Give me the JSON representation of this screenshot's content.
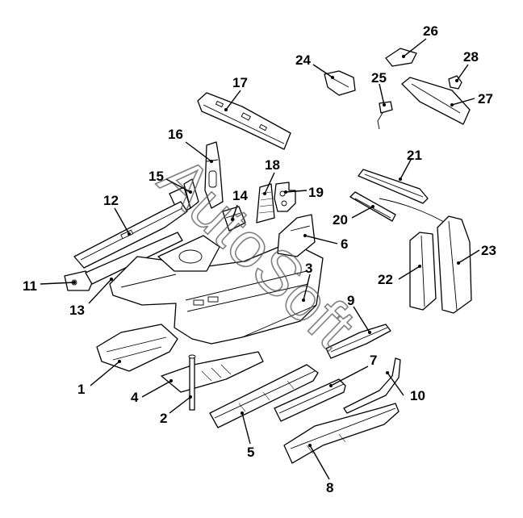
{
  "watermark": "AutoSoft",
  "labels": [
    {
      "id": "p1",
      "text": "1"
    },
    {
      "id": "p2",
      "text": "2"
    },
    {
      "id": "p3",
      "text": "3"
    },
    {
      "id": "p4",
      "text": "4"
    },
    {
      "id": "p5",
      "text": "5"
    },
    {
      "id": "p6",
      "text": "6"
    },
    {
      "id": "p7",
      "text": "7"
    },
    {
      "id": "p8",
      "text": "8"
    },
    {
      "id": "p9",
      "text": "9"
    },
    {
      "id": "p10",
      "text": "10"
    },
    {
      "id": "p11",
      "text": "11"
    },
    {
      "id": "p12",
      "text": "12"
    },
    {
      "id": "p13",
      "text": "13"
    },
    {
      "id": "p14",
      "text": "14"
    },
    {
      "id": "p15",
      "text": "15"
    },
    {
      "id": "p16",
      "text": "16"
    },
    {
      "id": "p17",
      "text": "17"
    },
    {
      "id": "p18",
      "text": "18"
    },
    {
      "id": "p19",
      "text": "19"
    },
    {
      "id": "p20",
      "text": "20"
    },
    {
      "id": "p21",
      "text": "21"
    },
    {
      "id": "p22",
      "text": "22"
    },
    {
      "id": "p23",
      "text": "23"
    },
    {
      "id": "p24",
      "text": "24"
    },
    {
      "id": "p25",
      "text": "25"
    },
    {
      "id": "p26",
      "text": "26"
    },
    {
      "id": "p27",
      "text": "27"
    },
    {
      "id": "p28",
      "text": "28"
    }
  ]
}
